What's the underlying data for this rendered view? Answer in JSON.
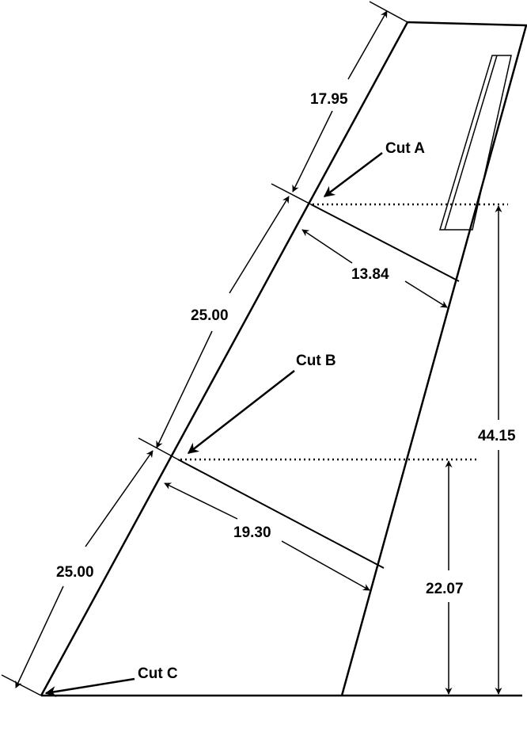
{
  "labels": {
    "dim_top_le": "17.95",
    "dim_mid_le": "25.00",
    "dim_bot_le": "25.00",
    "chord_a": "13.84",
    "chord_b": "19.30",
    "height_total": "44.15",
    "height_b": "22.07",
    "cut_a": "Cut A",
    "cut_b": "Cut B",
    "cut_c": "Cut C"
  },
  "colors": {
    "line": "#000000",
    "background": "#ffffff"
  }
}
